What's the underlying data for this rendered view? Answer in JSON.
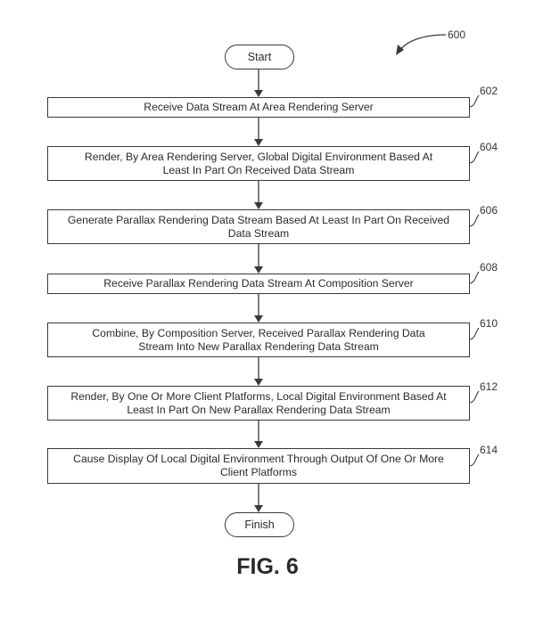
{
  "figure": {
    "number_label": "FIG. 6",
    "reference": "600"
  },
  "flowchart": {
    "start": {
      "label": "Start"
    },
    "finish": {
      "label": "Finish"
    },
    "steps": [
      {
        "ref": "602",
        "text": "Receive Data Stream At Area Rendering Server"
      },
      {
        "ref": "604",
        "text": "Render, By Area Rendering Server, Global Digital Environment Based At Least In Part On Received Data Stream"
      },
      {
        "ref": "606",
        "text": "Generate Parallax Rendering Data Stream Based At Least In Part On Received Data Stream"
      },
      {
        "ref": "608",
        "text": "Receive Parallax Rendering Data Stream At Composition Server"
      },
      {
        "ref": "610",
        "text": "Combine, By Composition Server, Received Parallax Rendering Data Stream Into New Parallax Rendering Data Stream"
      },
      {
        "ref": "612",
        "text": "Render, By One Or More Client Platforms, Local Digital Environment Based At Least In Part On New Parallax Rendering Data Stream"
      },
      {
        "ref": "614",
        "text": "Cause Display Of Local Digital Environment Through Output Of One Or More Client Platforms"
      }
    ]
  },
  "colors": {
    "stroke": "#3a3a3a",
    "text": "#2a2a2a",
    "background": "#ffffff"
  }
}
